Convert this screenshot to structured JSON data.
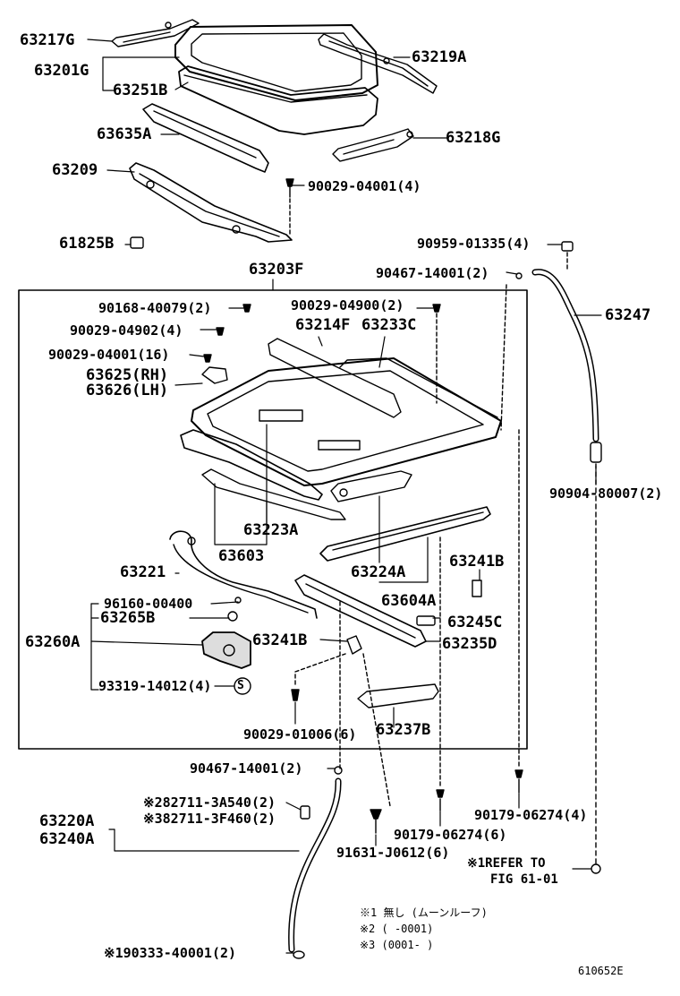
{
  "parts": {
    "p63217G": "63217G",
    "p63201G": "63201G",
    "p63251B": "63251B",
    "p63219A": "63219A",
    "p63635A": "63635A",
    "p63218G": "63218G",
    "p63209": "63209",
    "p90029_04001_4": "90029-04001(4)",
    "p61825B": "61825B",
    "p90959": "90959-01335(4)",
    "p63203F": "63203F",
    "p90467_top": "90467-14001(2)",
    "p63247": "63247",
    "p90168": "90168-40079(2)",
    "p90029_04900": "90029-04900(2)",
    "p63214F": "63214F",
    "p63233C": "63233C",
    "p90029_04902": "90029-04902(4)",
    "p90029_04001_16": "90029-04001(16)",
    "p63625": "63625(RH)",
    "p63626": "63626(LH)",
    "p90904": "90904-80007(2)",
    "p63223A": "63223A",
    "p63603": "63603",
    "p63241B_r": "63241B",
    "p63221": "63221",
    "p63224A": "63224A",
    "p63604A": "63604A",
    "p96160": "96160-00400",
    "p63265B": "63265B",
    "p63245C": "63245C",
    "p63260A": "63260A",
    "p63241B_m": "63241B",
    "p63235D": "63235D",
    "p93319": "93319-14012(4)",
    "p90029_01006": "90029-01006(6)",
    "p63237B": "63237B",
    "p90467_bot": "90467-14001(2)",
    "p282711": "※282711-3A540(2)",
    "p382711": "※382711-3F460(2)",
    "p63220A": "63220A",
    "p63240A": "63240A",
    "p90179_6": "90179-06274(6)",
    "p90179_4": "90179-06274(4)",
    "p91631": "91631-J0612(6)",
    "p190333": "※190333-40001(2)"
  },
  "refer": {
    "line1": "※1REFER TO",
    "line2": "FIG 61-01"
  },
  "notes": {
    "n1": "※1 無し (ムーンルーフ)",
    "n2": "※2 (      -0001)",
    "n3": "※3 (0001-      )"
  },
  "s_mark": "S",
  "figure_code": "610652E"
}
